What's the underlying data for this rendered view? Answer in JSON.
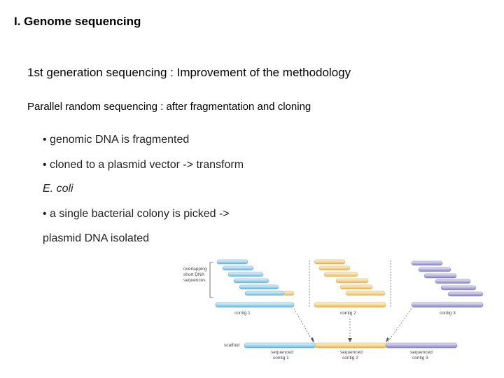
{
  "slide": {
    "title": "I. Genome sequencing",
    "subtitle": "1st generation sequencing : Improvement of the methodology",
    "section": "Parallel random sequencing : after fragmentation and cloning"
  },
  "bullets": [
    "• genomic DNA is fragmented",
    "• cloned to a plasmid vector -> transform",
    "E. coli",
    "• a single bacterial colony is picked ->",
    "plasmid DNA isolated"
  ],
  "diagram": {
    "overlap_label": [
      "overlapping",
      "short DNA",
      "sequences"
    ],
    "scaffold_label": "scaffold",
    "contigs": [
      {
        "label": "contig 1",
        "color": "#a9d8ee",
        "sequenced_label": [
          "sequenced",
          "contig 1"
        ]
      },
      {
        "label": "contig 2",
        "color": "#f7d899",
        "sequenced_label": [
          "sequenced",
          "contig 2"
        ]
      },
      {
        "label": "contig 3",
        "color": "#b6b4dc",
        "sequenced_label": [
          "sequenced",
          "contig 3"
        ]
      }
    ]
  }
}
